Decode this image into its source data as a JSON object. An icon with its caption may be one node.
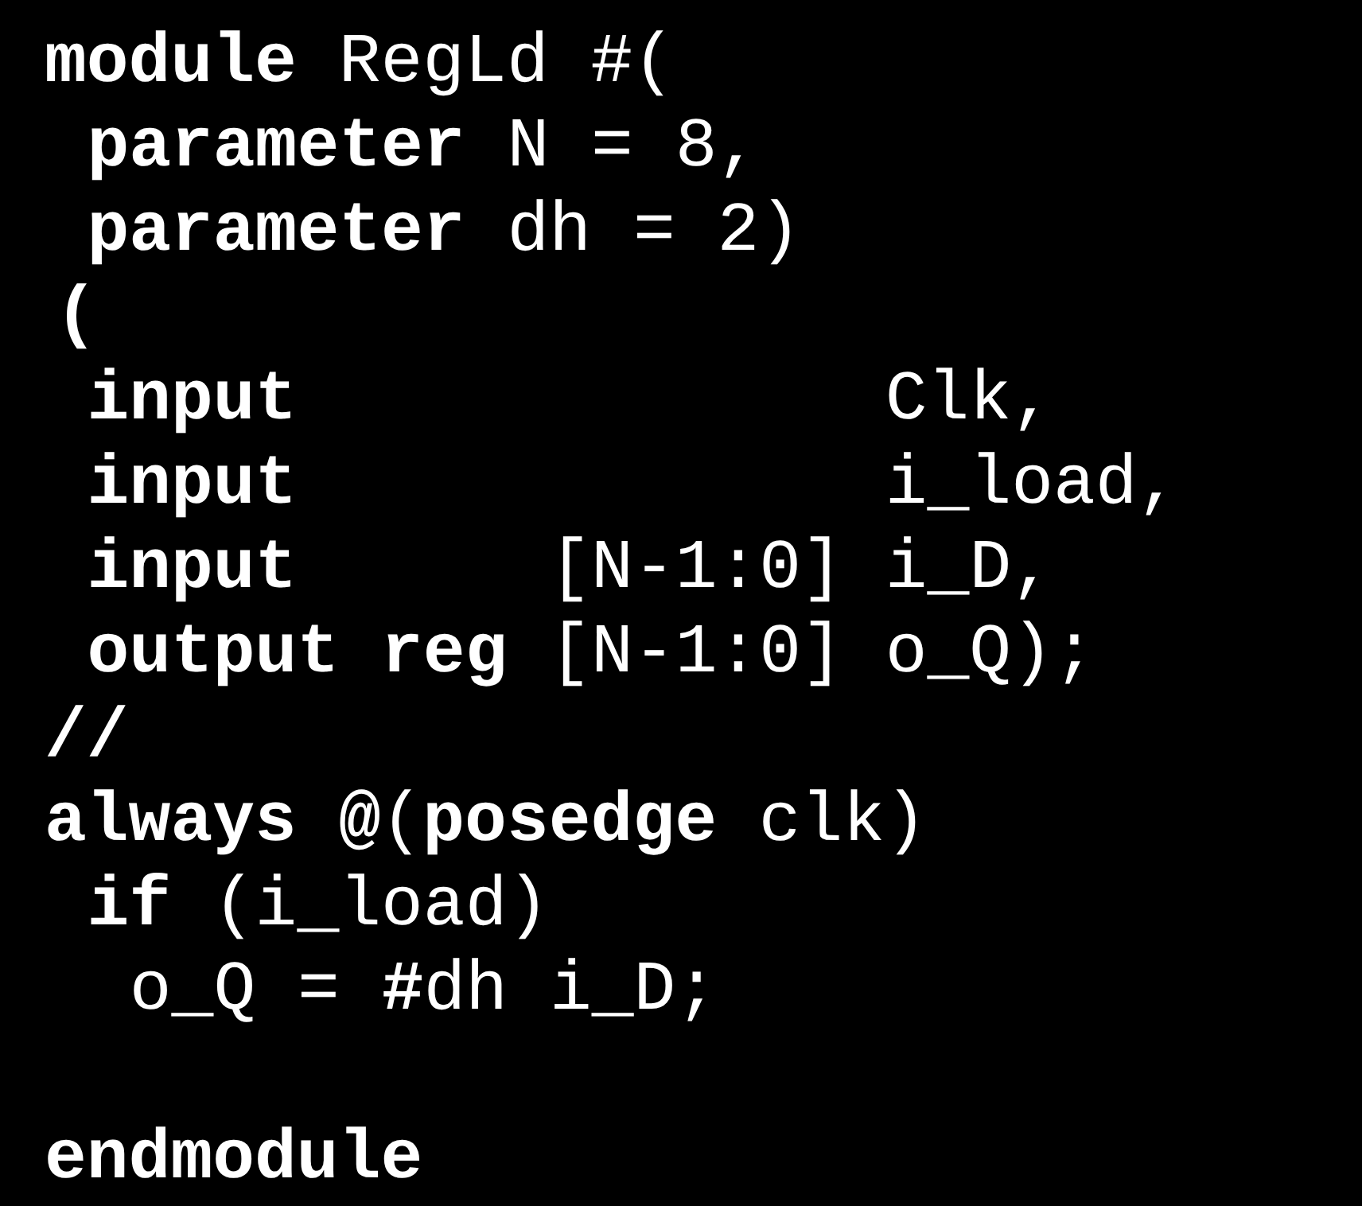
{
  "diagram": {
    "labels": [
      "**module** RegLd #(",
      "**parameter** N = 8,",
      "**parameter** dh = 2)",
      "**(**",
      "**input**              Clk,",
      "**input**              i_load,",
      "**input**      [N-1:0] i_D,",
      "**output reg** [N-1:0] o_Q);",
      "**//**",
      "**always @**(**posedge** clk)",
      "**if** (i_load)",
      "o_Q = **#**dh i_D;",
      "**endmodule**"
    ]
  }
}
